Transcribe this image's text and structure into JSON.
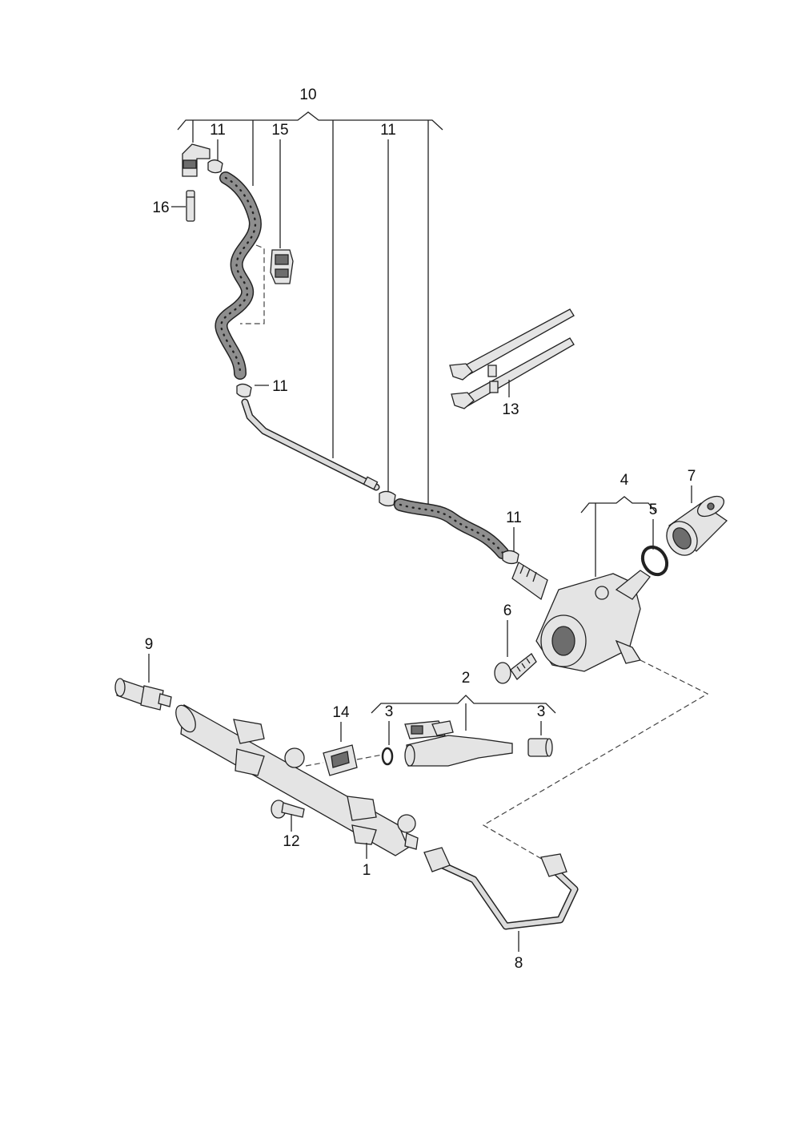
{
  "labels": {
    "l1": "1",
    "l2": "2",
    "l3a": "3",
    "l3b": "3",
    "l4": "4",
    "l5": "5",
    "l6": "6",
    "l7": "7",
    "l8": "8",
    "l9": "9",
    "l10": "10",
    "l11a": "11",
    "l11b": "11",
    "l11c": "11",
    "l11d": "11",
    "l12": "12",
    "l13": "13",
    "l14": "14",
    "l15": "15",
    "l16": "16"
  }
}
